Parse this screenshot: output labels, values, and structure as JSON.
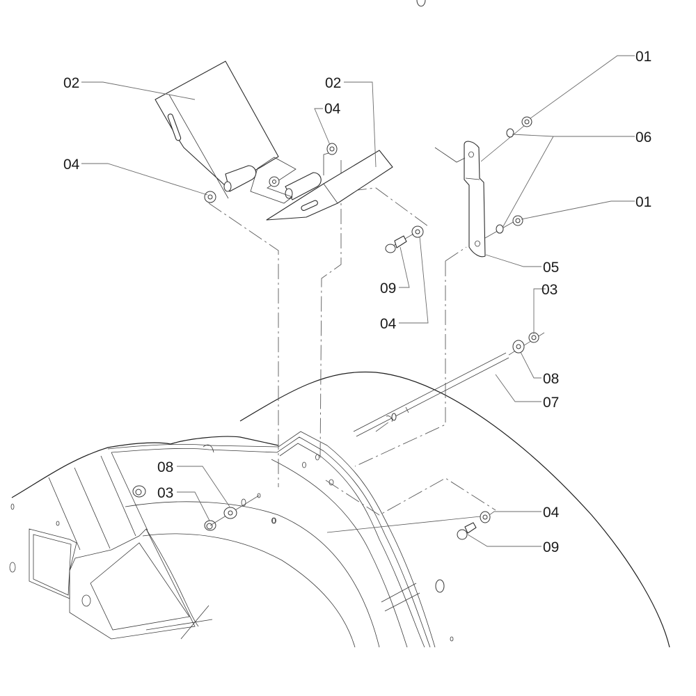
{
  "diagram": {
    "type": "exploded-parts-diagram",
    "subject": "Drum housing with cover hinge flaps, bracket and tie rod",
    "callouts": [
      {
        "id": "c01a",
        "text": "01",
        "part": "hex nut"
      },
      {
        "id": "c01b",
        "text": "01",
        "part": "hex nut"
      },
      {
        "id": "c02a",
        "text": "02",
        "part": "hinged cover flap (left)"
      },
      {
        "id": "c02b",
        "text": "02",
        "part": "hinged cover flap (right)"
      },
      {
        "id": "c03a",
        "text": "03",
        "part": "lock nut (tie rod)"
      },
      {
        "id": "c03b",
        "text": "03",
        "part": "lock nut (drum)"
      },
      {
        "id": "c04a",
        "text": "04",
        "part": "washer"
      },
      {
        "id": "c04b",
        "text": "04",
        "part": "washer"
      },
      {
        "id": "c04c",
        "text": "04",
        "part": "washer"
      },
      {
        "id": "c04d",
        "text": "04",
        "part": "washer"
      },
      {
        "id": "c05",
        "text": "05",
        "part": "bracket strap"
      },
      {
        "id": "c06",
        "text": "06",
        "part": "washers"
      },
      {
        "id": "c07",
        "text": "07",
        "part": "tie rod"
      },
      {
        "id": "c08a",
        "text": "08",
        "part": "washer (tie rod)"
      },
      {
        "id": "c08b",
        "text": "08",
        "part": "washer (drum)"
      },
      {
        "id": "c09a",
        "text": "09",
        "part": "hex bolt"
      },
      {
        "id": "c09b",
        "text": "09",
        "part": "hex bolt"
      }
    ]
  }
}
